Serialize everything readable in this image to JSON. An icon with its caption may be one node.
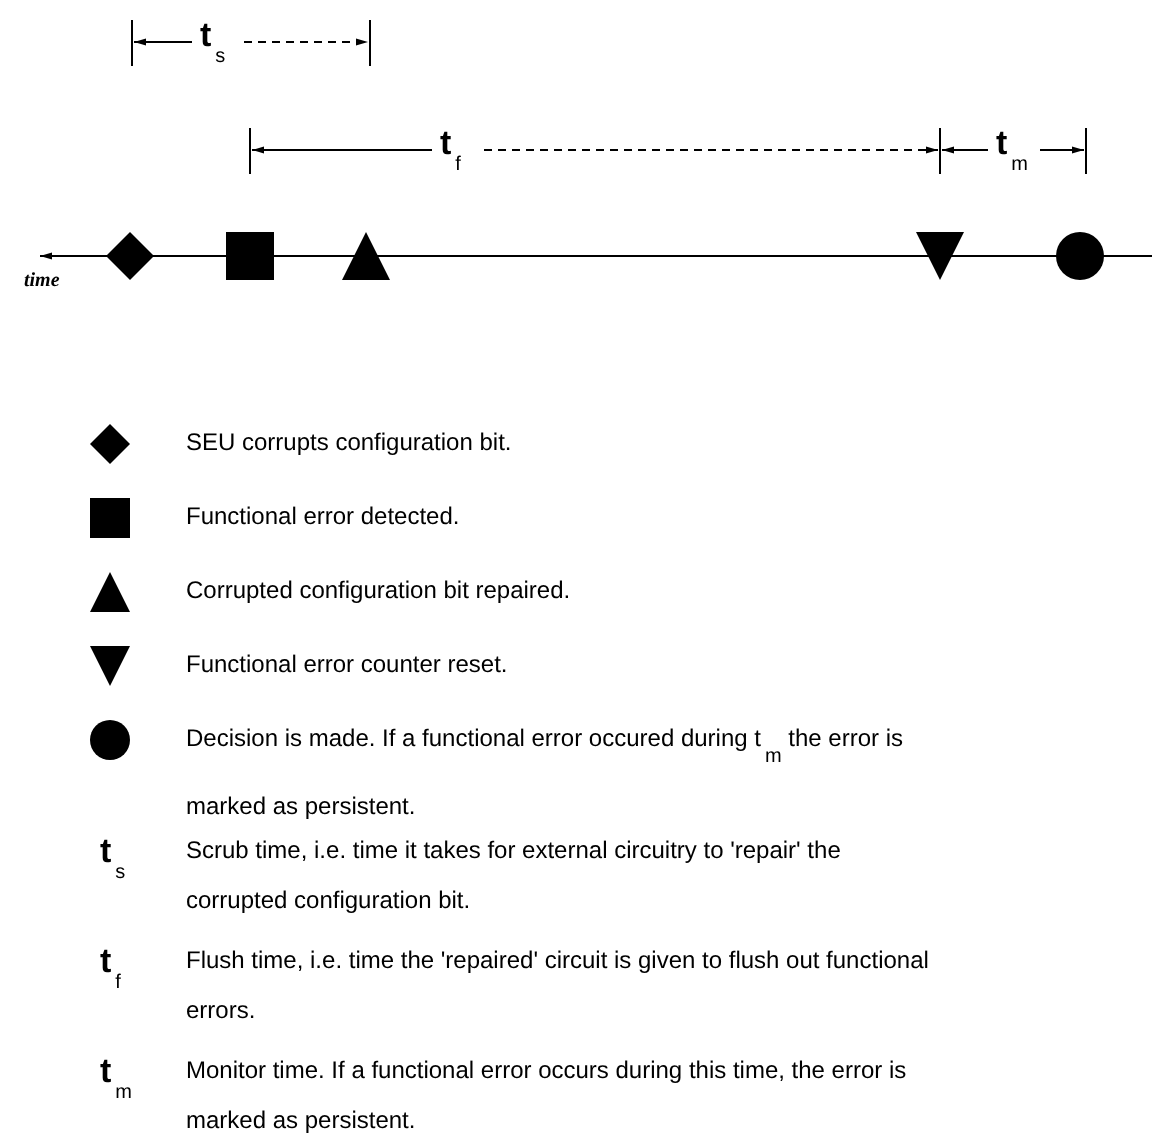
{
  "diagram": {
    "labels": [
      "t$_{s}$",
      "t$_{f}$",
      "t$_{m}$",
      "time",
      "t$_{s}$",
      "t$_{f}$",
      "t$_{m}$"
    ],
    "legend": [
      {
        "text": "SEU corrupts configuration bit."
      },
      {
        "text": "Functional error detected."
      },
      {
        "text": "Corrupted configuration bit repaired."
      },
      {
        "text": "Functional error counter reset."
      },
      {
        "text": "Decision is made.  If a functional error occured during t$_{m}$ the error is marked as persistent."
      },
      {
        "text": "Scrub time, i.e. time it takes for external circuitry to 'repair' the corrupted configuration bit."
      },
      {
        "text": "Flush time, i.e. time the 'repaired' circuit is given to flush out functional errors."
      },
      {
        "text": "Monitor time.  If a functional error occurs during this time, the error is marked as persistent."
      }
    ]
  }
}
